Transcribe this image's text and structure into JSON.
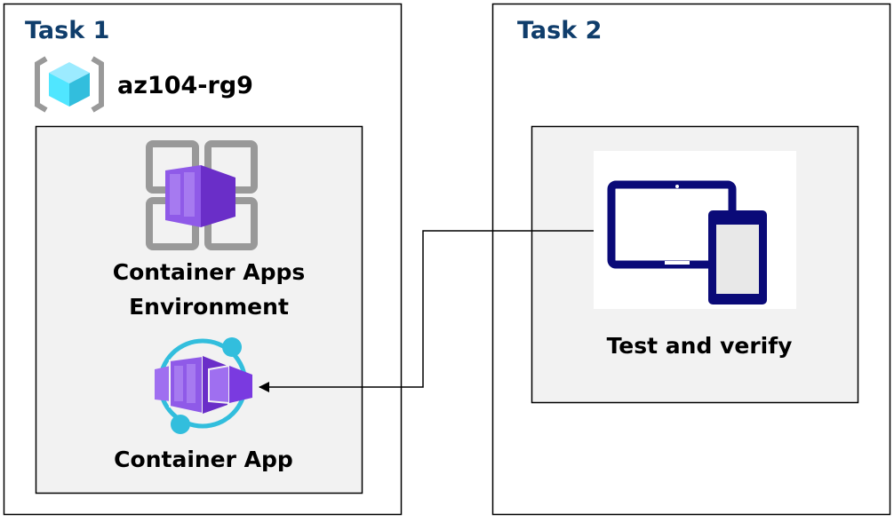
{
  "task1": {
    "title": "Task 1",
    "resource_group": "az104-rg9",
    "environment_label_line1": "Container Apps",
    "environment_label_line2": "Environment",
    "app_label": "Container App"
  },
  "task2": {
    "title": "Task 2",
    "test_label": "Test and verify"
  },
  "colors": {
    "task_title": "#0f3d6b",
    "panel_fill": "#f2f2f2",
    "container_purple": "#773adc",
    "cube_cyan": "#50e6ff",
    "device_navy": "#0a0a78",
    "app_ring": "#32bedd"
  },
  "icons": [
    "resource-group-icon",
    "container-apps-environment-icon",
    "container-app-icon",
    "devices-icon"
  ]
}
